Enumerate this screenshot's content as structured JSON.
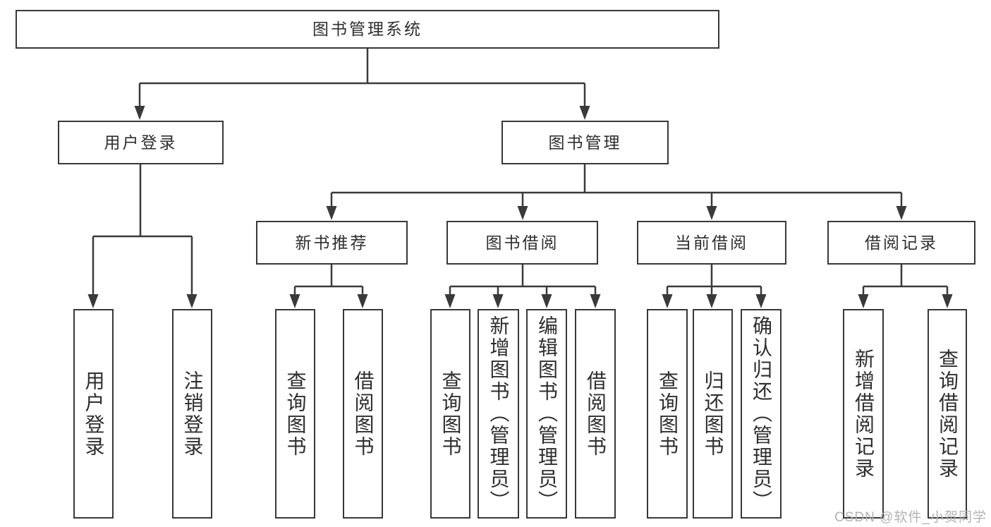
{
  "diagram_title": "图书管理系统",
  "tree": {
    "label": "图书管理系统",
    "children": [
      {
        "label": "用户登录",
        "children": [
          {
            "label": "用户登录"
          },
          {
            "label": "注销登录"
          }
        ]
      },
      {
        "label": "图书管理",
        "children": [
          {
            "label": "新书推荐",
            "children": [
              {
                "label": "查询图书"
              },
              {
                "label": "借阅图书"
              }
            ]
          },
          {
            "label": "图书借阅",
            "children": [
              {
                "label": "查询图书"
              },
              {
                "label": "新增图书（管理员）"
              },
              {
                "label": "编辑图书（管理员）"
              },
              {
                "label": "借阅图书"
              }
            ]
          },
          {
            "label": "当前借阅",
            "children": [
              {
                "label": "查询图书"
              },
              {
                "label": "归还图书"
              },
              {
                "label": "确认归还（管理员）"
              }
            ]
          },
          {
            "label": "借阅记录",
            "children": [
              {
                "label": "新增借阅记录"
              },
              {
                "label": "查询借阅记录"
              }
            ]
          }
        ]
      }
    ]
  },
  "watermark": {
    "text": "CSDN @软件_小贺同学"
  },
  "colors": {
    "line": "#3a3a3a",
    "border": "#383838",
    "text": "#2e2e2e",
    "background": "#ffffff",
    "watermark": "#b1b3b5"
  }
}
